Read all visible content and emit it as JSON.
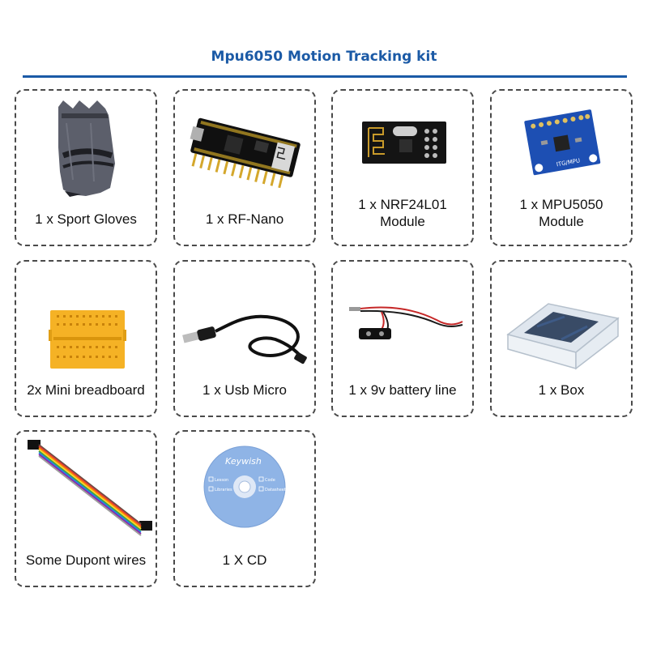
{
  "header": {
    "title": "Mpu6050 Motion Tracking kit"
  },
  "items": [
    {
      "caption": [
        "1 x Sport Gloves"
      ],
      "icon": "glove-icon"
    },
    {
      "caption": [
        "1 x RF-Nano"
      ],
      "icon": "rf-nano-board-icon"
    },
    {
      "caption": [
        "1 x NRF24L01",
        "Module"
      ],
      "icon": "nrf24l01-module-icon"
    },
    {
      "caption": [
        "1 x MPU5050",
        "Module"
      ],
      "icon": "mpu-module-icon"
    },
    {
      "caption": [
        "2x Mini breadboard"
      ],
      "icon": "breadboard-icon"
    },
    {
      "caption": [
        "1 x Usb Micro"
      ],
      "icon": "usb-cable-icon"
    },
    {
      "caption": [
        "1 x 9v battery line"
      ],
      "icon": "battery-clip-icon"
    },
    {
      "caption": [
        "1 x Box"
      ],
      "icon": "plastic-box-icon"
    },
    {
      "caption": [
        "Some Dupont wires"
      ],
      "icon": "dupont-wires-icon"
    },
    {
      "caption": [
        "1 X CD"
      ],
      "icon": "cd-icon"
    }
  ],
  "cd_label": {
    "brand": "Keywish",
    "options": [
      "Lesson",
      "Code",
      "Libraries",
      "Datasheet"
    ]
  },
  "mpu_label": "ITG/MPU",
  "colors": {
    "title": "#1b5aa6",
    "breadboard": "#f5b225",
    "mpu_board": "#1d4fb3",
    "cd": "#8fb4e6"
  }
}
